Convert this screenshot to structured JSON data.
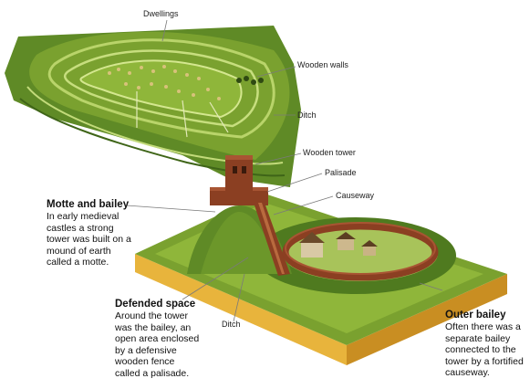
{
  "labels": {
    "dwellings": "Dwellings",
    "wooden_walls": "Wooden walls",
    "ditch_top": "Ditch",
    "wooden_tower": "Wooden tower",
    "palisade": "Palisade",
    "causeway": "Causeway",
    "ditch_bottom": "Ditch"
  },
  "captions": {
    "motte": {
      "title": "Motte and bailey",
      "body": "In early medieval\ncastles a strong\ntower was built on a\nmound of earth\ncalled a motte."
    },
    "defended": {
      "title": "Defended space",
      "body": "Around the tower\nwas the bailey, an\nopen area enclosed\nby a defensive\nwooden fence\ncalled a palisade."
    },
    "outer": {
      "title": "Outer bailey",
      "body": "Often there was a\nseparate bailey\nconnected to the\ntower by a fortified\ncauseway."
    }
  },
  "colors": {
    "grass_light": "#9cbf3f",
    "grass_dark": "#4f7a1f",
    "earth": "#e8b43c",
    "earth_dark": "#c98e22",
    "wood": "#8b3f22",
    "leader": "#7a7a7a"
  }
}
